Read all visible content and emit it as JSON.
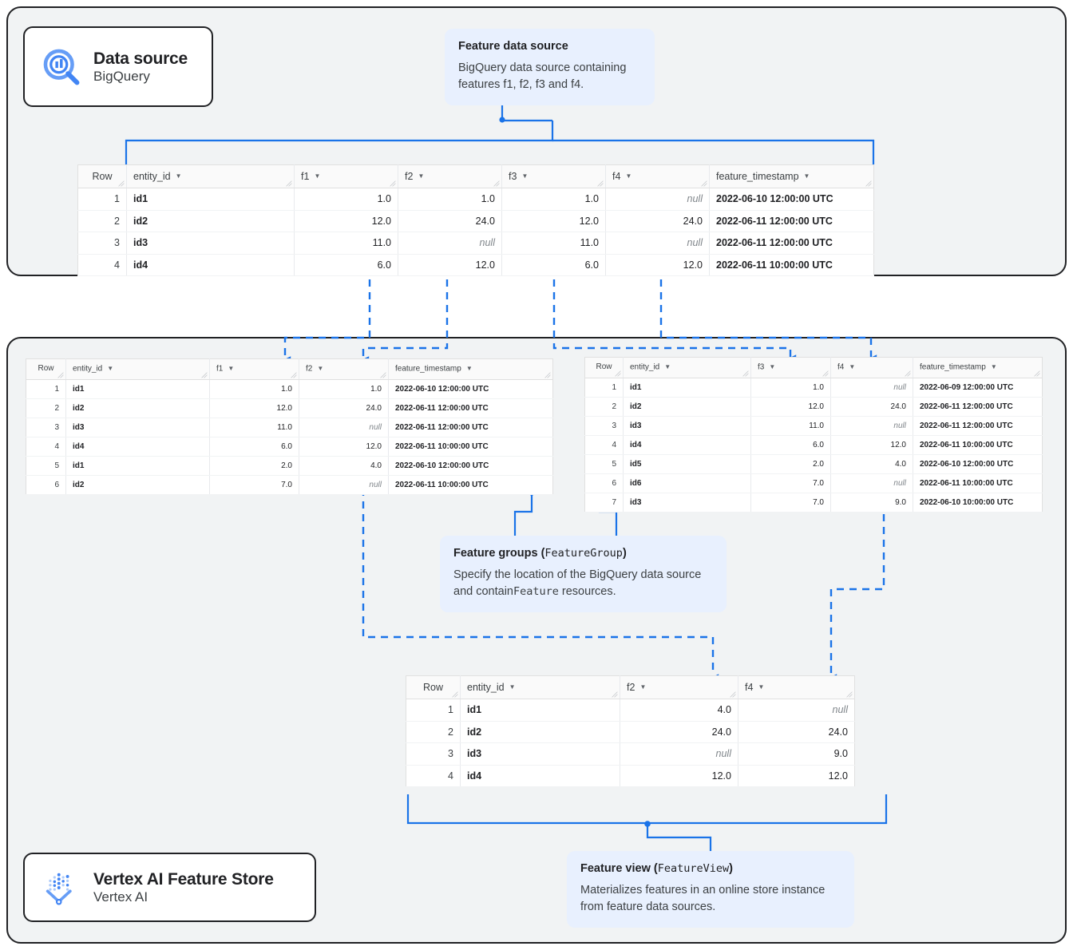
{
  "accent": "#1a73e8",
  "callout_bg": "#e8f0fe",
  "chips": {
    "bigquery": {
      "title": "Data source",
      "subtitle": "BigQuery",
      "icon": "bigquery-icon"
    },
    "vertex": {
      "title": "Vertex AI Feature Store",
      "subtitle": "Vertex AI",
      "icon": "vertex-ai-icon"
    }
  },
  "callouts": {
    "data_source": {
      "title": "Feature data source",
      "body": "BigQuery data source containing features f1, f2, f3 and f4."
    },
    "feature_groups": {
      "title_plain": "Feature groups (",
      "title_code": "FeatureGroup",
      "title_tail": ")",
      "body_a": "Specify the location of the BigQuery data source and contain",
      "body_code": "Feature",
      "body_b": " resources."
    },
    "feature_view": {
      "title_plain": "Feature view (",
      "title_code": "FeatureView",
      "title_tail": ")",
      "body": "Materializes features in an online store instance from feature data sources."
    }
  },
  "tables": {
    "source": {
      "name": "feature-data-source-table",
      "columns": [
        "Row",
        "entity_id",
        "f1",
        "f2",
        "f3",
        "f4",
        "feature_timestamp"
      ],
      "widths": [
        61,
        210,
        130,
        130,
        130,
        130,
        206
      ],
      "rows": [
        [
          "1",
          "id1",
          "1.0",
          "1.0",
          "1.0",
          "null",
          "2022-06-10 12:00:00 UTC"
        ],
        [
          "2",
          "id2",
          "12.0",
          "24.0",
          "12.0",
          "24.0",
          "2022-06-11 12:00:00 UTC"
        ],
        [
          "3",
          "id3",
          "11.0",
          "null",
          "11.0",
          "null",
          "2022-06-11 12:00:00 UTC"
        ],
        [
          "4",
          "id4",
          "6.0",
          "12.0",
          "6.0",
          "12.0",
          "2022-06-11 10:00:00 UTC"
        ]
      ]
    },
    "feature_group_1": {
      "name": "feature-group-1-table",
      "columns": [
        "Row",
        "entity_id",
        "f1",
        "f2",
        "feature_timestamp"
      ],
      "widths": [
        50,
        180,
        112,
        112,
        206
      ],
      "rows": [
        [
          "1",
          "id1",
          "1.0",
          "1.0",
          "2022-06-10 12:00:00 UTC"
        ],
        [
          "2",
          "id2",
          "12.0",
          "24.0",
          "2022-06-11 12:00:00 UTC"
        ],
        [
          "3",
          "id3",
          "11.0",
          "null",
          "2022-06-11 12:00:00 UTC"
        ],
        [
          "4",
          "id4",
          "6.0",
          "12.0",
          "2022-06-11 10:00:00 UTC"
        ],
        [
          "5",
          "id1",
          "2.0",
          "4.0",
          "2022-06-10 12:00:00 UTC"
        ],
        [
          "6",
          "id2",
          "7.0",
          "null",
          "2022-06-11 10:00:00 UTC"
        ]
      ]
    },
    "feature_group_2": {
      "name": "feature-group-2-table",
      "columns": [
        "Row",
        "entity_id",
        "f3",
        "f4",
        "feature_timestamp"
      ],
      "widths": [
        48,
        160,
        100,
        103,
        162
      ],
      "rows": [
        [
          "1",
          "id1",
          "1.0",
          "null",
          "2022-06-09 12:00:00 UTC"
        ],
        [
          "2",
          "id2",
          "12.0",
          "24.0",
          "2022-06-11 12:00:00 UTC"
        ],
        [
          "3",
          "id3",
          "11.0",
          "null",
          "2022-06-11 12:00:00 UTC"
        ],
        [
          "4",
          "id4",
          "6.0",
          "12.0",
          "2022-06-11 10:00:00 UTC"
        ],
        [
          "5",
          "id5",
          "2.0",
          "4.0",
          "2022-06-10 12:00:00 UTC"
        ],
        [
          "6",
          "id6",
          "7.0",
          "null",
          "2022-06-11 10:00:00 UTC"
        ],
        [
          "7",
          "id3",
          "7.0",
          "9.0",
          "2022-06-10 10:00:00 UTC"
        ]
      ]
    },
    "feature_view": {
      "name": "feature-view-table",
      "columns": [
        "Row",
        "entity_id",
        "f2",
        "f4"
      ],
      "widths": [
        68,
        200,
        148,
        146
      ],
      "rows": [
        [
          "1",
          "id1",
          "4.0",
          "null"
        ],
        [
          "2",
          "id2",
          "24.0",
          "24.0"
        ],
        [
          "3",
          "id3",
          "null",
          "9.0"
        ],
        [
          "4",
          "id4",
          "12.0",
          "12.0"
        ]
      ]
    }
  }
}
